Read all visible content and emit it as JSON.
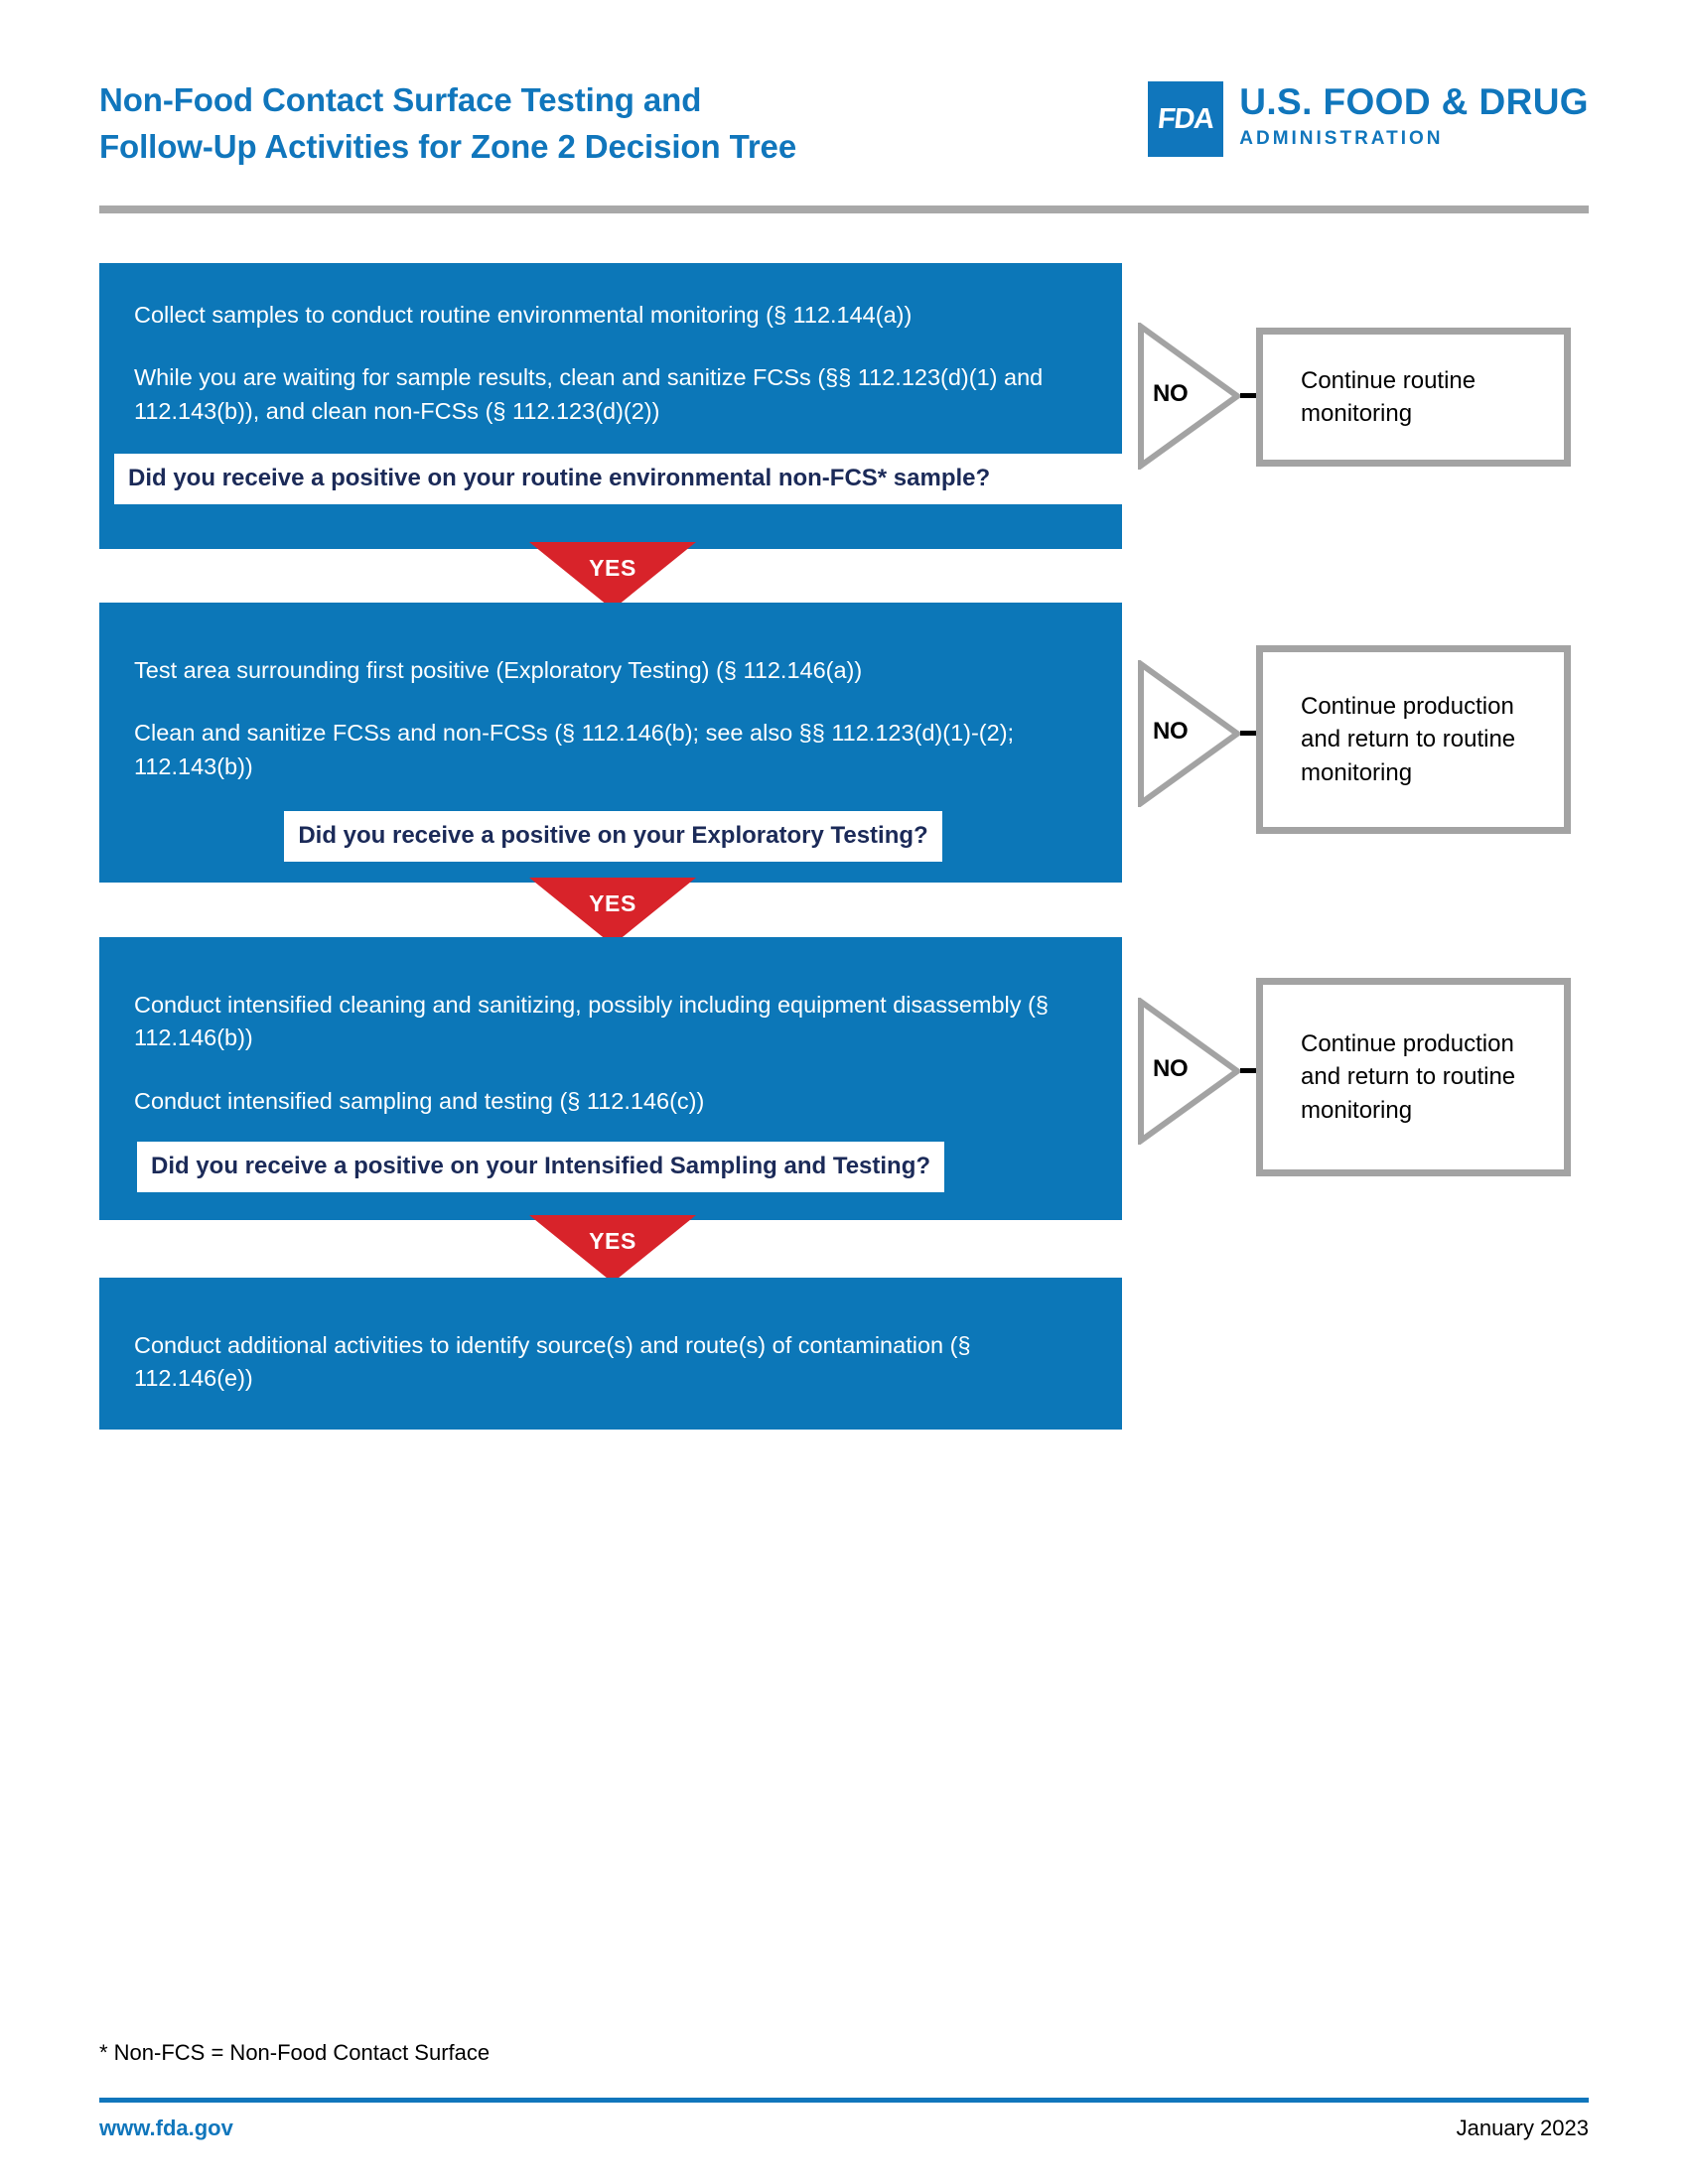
{
  "header": {
    "title_line1": "Non-Food Contact Surface Testing and",
    "title_line2": "Follow-Up Activities for Zone 2 Decision Tree",
    "logo": {
      "mark": "FDA",
      "line1": "U.S. FOOD & DRUG",
      "line2": "ADMINISTRATION"
    },
    "colors": {
      "brand_blue": "#1076bc",
      "rule_gray": "#a8a8a8"
    }
  },
  "diagram": {
    "colors": {
      "process_blue": "#0c77b8",
      "yes_red": "#d8232a",
      "outline_gray": "#a3a3a3",
      "question_text": "#1b2a58"
    },
    "steps": [
      {
        "lines": [
          "Collect samples to conduct routine environmental monitoring (§ 112.144(a))",
          "While you are waiting for sample results, clean and sanitize FCSs (§§ 112.123(d)(1) and 112.143(b)), and clean non-FCSs (§ 112.123(d)(2))"
        ],
        "question": "Did you receive a positive on your routine environmental non-FCS* sample?",
        "no_label": "NO",
        "no_result": "Continue routine monitoring",
        "yes_label": "YES"
      },
      {
        "lines": [
          "Test area surrounding first positive (Exploratory Testing) (§ 112.146(a))",
          "Clean and sanitize FCSs and non-FCSs (§ 112.146(b); see also §§ 112.123(d)(1)-(2); 112.143(b))"
        ],
        "question": "Did you receive a positive on your Exploratory Testing?",
        "no_label": "NO",
        "no_result": "Continue production and return to routine monitoring",
        "yes_label": "YES"
      },
      {
        "lines": [
          "Conduct intensified cleaning and sanitizing, possibly including equipment disassembly (§ 112.146(b))",
          "Conduct intensified sampling and testing (§ 112.146(c))"
        ],
        "question": "Did you receive a positive on your Intensified Sampling and Testing?",
        "no_label": "NO",
        "no_result": "Continue production and return to routine monitoring",
        "yes_label": "YES"
      },
      {
        "lines": [
          "Conduct additional activities to identify source(s) and route(s) of contamination (§ 112.146(e))"
        ]
      }
    ]
  },
  "footer": {
    "footnote": "* Non-FCS = Non-Food Contact Surface",
    "url": "www.fda.gov",
    "date": "January 2023"
  }
}
